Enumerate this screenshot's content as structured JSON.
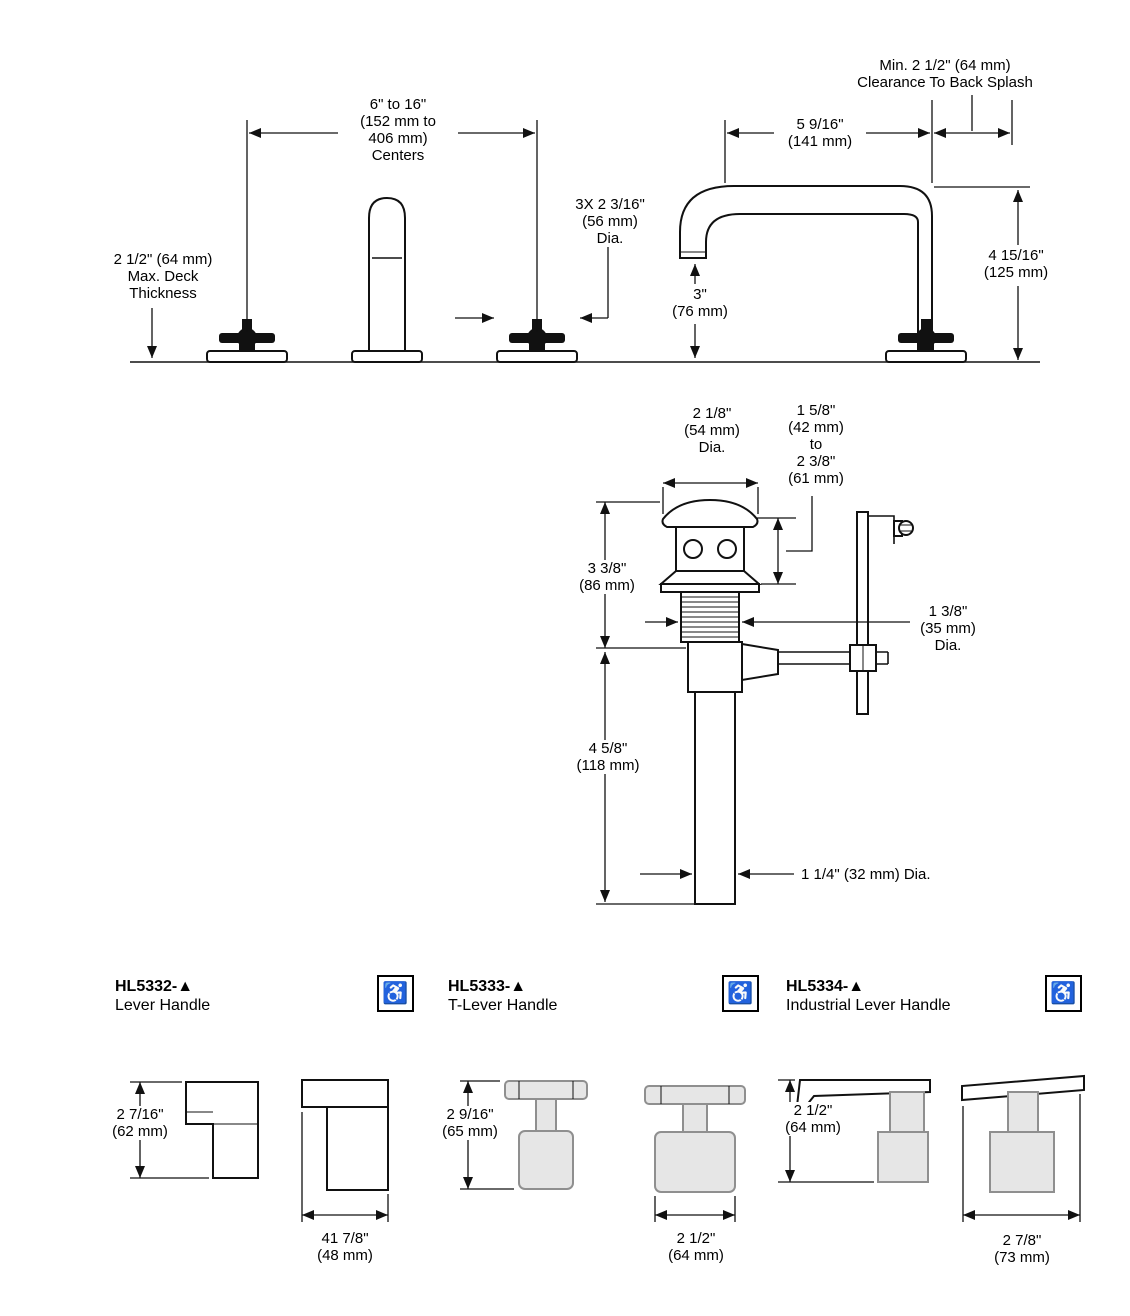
{
  "top": {
    "centers_label": "6\" to 16\"\n(152 mm to\n406 mm)\nCenters",
    "clearance_label": "Min. 2 1/2\" (64 mm)\nClearance To Back Splash",
    "spout_reach_label": "5 9/16\"\n(141 mm)",
    "escutcheon_dia_label": "3X 2 3/16\"\n(56 mm)\nDia.",
    "deck_thickness_label": "2 1/2\" (64 mm)\nMax. Deck\nThickness",
    "outlet_height_label": "3\"\n(76 mm)",
    "spout_height_label": "4 15/16\"\n(125 mm)"
  },
  "drain": {
    "flange_dia_label": "2 1/8\"\n(54 mm)\nDia.",
    "adjust_range_label": "1 5/8\"\n(42 mm)\nto\n2 3/8\"\n(61 mm)",
    "upper_height_label": "3 3/8\"\n(86 mm)",
    "thread_dia_label": "1 3/8\"\n(35 mm)\nDia.",
    "tailpiece_length_label": "4 5/8\"\n(118 mm)",
    "tailpiece_dia_label": "1 1/4\" (32 mm) Dia."
  },
  "handles": [
    {
      "model": "HL5332-▲",
      "type": "Lever Handle",
      "height_label": "2 7/16\"\n(62 mm)",
      "width_label": "41 7/8\"\n(48 mm)"
    },
    {
      "model": "HL5333-▲",
      "type": "T-Lever Handle",
      "height_label": "2 9/16\"\n(65 mm)",
      "width_label": "2 1/2\"\n(64 mm)"
    },
    {
      "model": "HL5334-▲",
      "type": "Industrial Lever Handle",
      "height_label": "2 1/2\"\n(64 mm)",
      "width_label": "2 7/8\"\n(73 mm)"
    }
  ],
  "icons": {
    "accessibility": "♿"
  },
  "colors": {
    "line": "#111111",
    "background": "#ffffff"
  }
}
